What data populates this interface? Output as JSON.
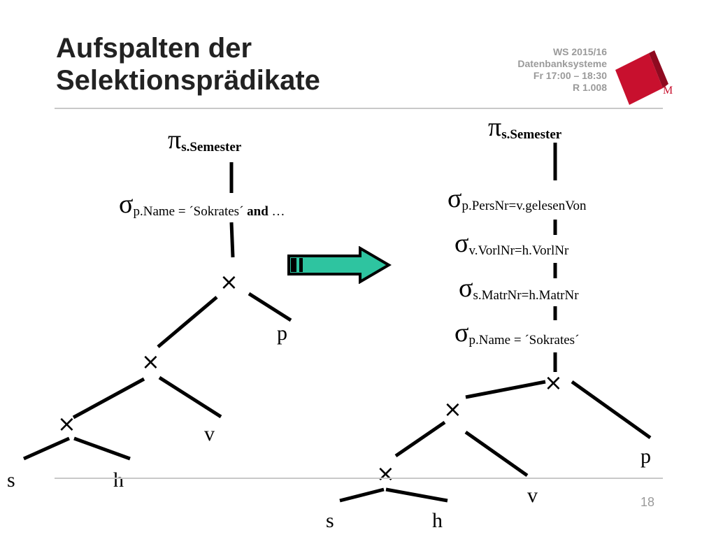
{
  "slide": {
    "title_line1": "Aufspalten der",
    "title_line2": "Selektionsprädikate",
    "course_info": [
      "WS 2015/16",
      "Datenbanksysteme",
      "Fr 17:00 – 18:30",
      "R 1.008"
    ],
    "page_number": "18"
  },
  "left_tree": {
    "projection": {
      "symbol": "π",
      "attribute": "s.Semester"
    },
    "selection": {
      "symbol": "σ",
      "predicate_start": "p.Name = ´Sokrates´ ",
      "connector": "and",
      "ellipsis": " …"
    },
    "operator_symbol": "×",
    "leaves": {
      "s": "s",
      "h": "h",
      "v": "v",
      "p": "p"
    }
  },
  "right_tree": {
    "projection": {
      "symbol": "π",
      "attribute": "s.Semester"
    },
    "selections": [
      {
        "symbol": "σ",
        "predicate": "p.PersNr=v.gelesenVon"
      },
      {
        "symbol": "σ",
        "predicate": "v.VorlNr=h.VorlNr"
      },
      {
        "symbol": "σ",
        "predicate": "s.MatrNr=h.MatrNr"
      },
      {
        "symbol": "σ",
        "predicate": "p.Name = ´Sokrates´"
      }
    ],
    "operator_symbol": "×",
    "leaves": {
      "s": "s",
      "h": "h",
      "v": "v",
      "p": "p"
    }
  },
  "colors": {
    "arrow_fill": "#2ec4a0",
    "logo_red": "#c8102e",
    "title_text": "#222222",
    "info_text": "#9a9a9a"
  },
  "icons": {
    "transform_arrow": "right-arrow-icon",
    "logo": "university-logo-icon"
  }
}
